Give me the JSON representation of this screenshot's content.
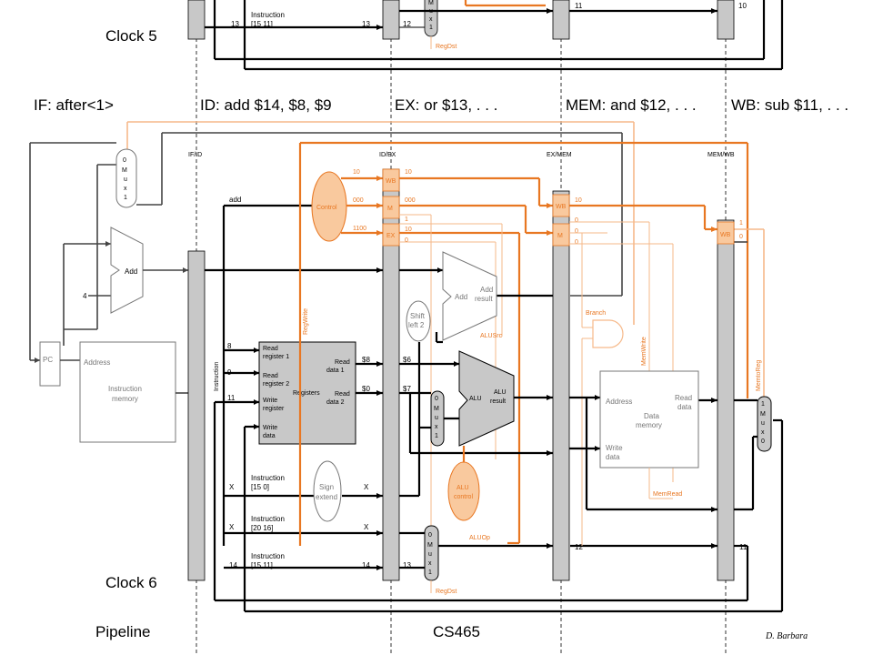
{
  "clocks": {
    "top": "Clock 5",
    "bottom": "Clock 6"
  },
  "stages": {
    "if": "IF: after<1>",
    "id": "ID: add $14, $8, $9",
    "ex": "EX: or $13, . . .",
    "mem": "MEM: and $12, . . .",
    "wb": "WB: sub $11, . . ."
  },
  "registers": {
    "ifid": "IF/ID",
    "idex": "ID/EX",
    "exmem": "EX/MEM",
    "memwb": "MEM/WB"
  },
  "units": {
    "pc": "PC",
    "address": "Address",
    "instruction_memory": "Instruction\nmemory",
    "add": "Add",
    "four": "4",
    "control": "Control",
    "registers": "Registers",
    "read_register_1": "Read\nregister 1",
    "read_register_2": "Read\nregister 2",
    "write_register": "Write\nregister",
    "write_data": "Write\ndata",
    "read_data_1": "Read\ndata 1",
    "read_data_2": "Read\ndata 2",
    "sign_extend": "Sign\nextend",
    "shift_left_2": "Shift\nleft 2",
    "add_result": "Add\nresult",
    "alu": "ALU",
    "alu_result": "ALU\nresult",
    "alu_control": "ALU\ncontrol",
    "data_memory": "Data\nmemory",
    "read_data": "Read\ndata",
    "branch": "Branch",
    "instruction_vertical": "Instruction",
    "wb": "WB",
    "m": "M",
    "ex": "EX"
  },
  "signals": {
    "regwrite": "RegWrite",
    "alusrc": "ALUSrc",
    "aluop": "ALUOp",
    "regdst": "RegDst",
    "memwrite": "MemWrite",
    "memread": "MemRead",
    "memtoreg": "MemtoReg"
  },
  "mux": {
    "mux_top_if": [
      "0",
      "M",
      "u",
      "x",
      "1"
    ],
    "mux_alu": [
      "0",
      "M",
      "u",
      "x",
      "1"
    ],
    "mux_regdst": [
      "0",
      "M",
      "u",
      "x",
      "1"
    ],
    "mux_wb": [
      "1",
      "M",
      "u",
      "x",
      "0"
    ]
  },
  "values": {
    "add_instr": "add",
    "r8": "8",
    "r9": "9",
    "r11": "11",
    "d8": "$8",
    "d0": "$0",
    "d6": "$6",
    "d7": "$7",
    "x1": "X",
    "x2": "X",
    "x3": "X",
    "x4": "X",
    "n14a": "14",
    "n14b": "14",
    "n13a": "13",
    "n12": "12",
    "n11": "11",
    "ctrl_wb_in": "10",
    "ctrl_m_in": "000",
    "ctrl_ex_in": "1100",
    "idex_wb": "10",
    "idex_m": "000",
    "idex_ex_1": "1",
    "idex_ex_10": "10",
    "idex_ex_0": "0",
    "exmem_wb": "10",
    "exmem_m0a": "0",
    "exmem_m0b": "0",
    "exmem_m0c": "0",
    "memwb_1": "1",
    "memwb_0": "0",
    "instr_15_0": "Instruction\n[15    0]",
    "instr_20_16": "Instruction\n[20    16]",
    "instr_15_11": "Instruction\n[15    11]"
  },
  "top_partial": {
    "instr": "Instruction\n[15    11]",
    "n13a": "13",
    "n13b": "13",
    "n12": "12",
    "n11": "11",
    "n10": "10",
    "regdst": "RegDst"
  },
  "footer": {
    "left": "Pipeline",
    "center": "CS465",
    "author": "D. Barbara"
  }
}
